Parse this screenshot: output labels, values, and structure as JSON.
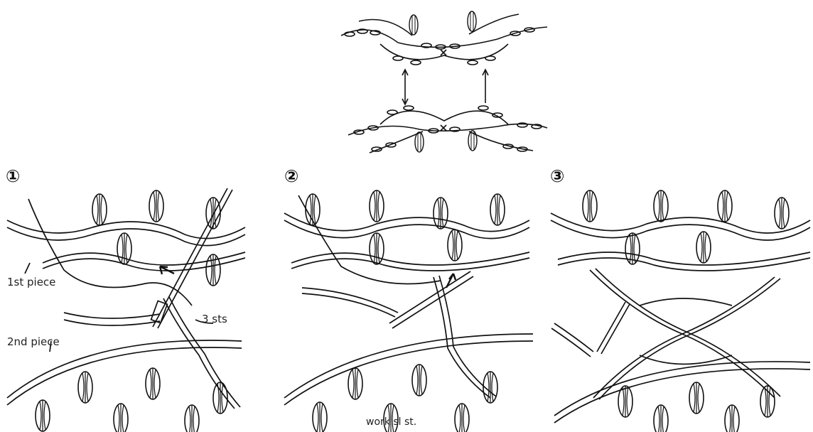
{
  "steps": [
    {
      "number": "①"
    },
    {
      "number": "②"
    },
    {
      "number": "③"
    }
  ],
  "labels": {
    "first_piece": "1st piece",
    "second_piece": "2nd piece",
    "three_sts": "3 sts",
    "work_sl_st": "work sl st."
  },
  "colors": {
    "ink": "#111111",
    "background": "#ffffff"
  }
}
